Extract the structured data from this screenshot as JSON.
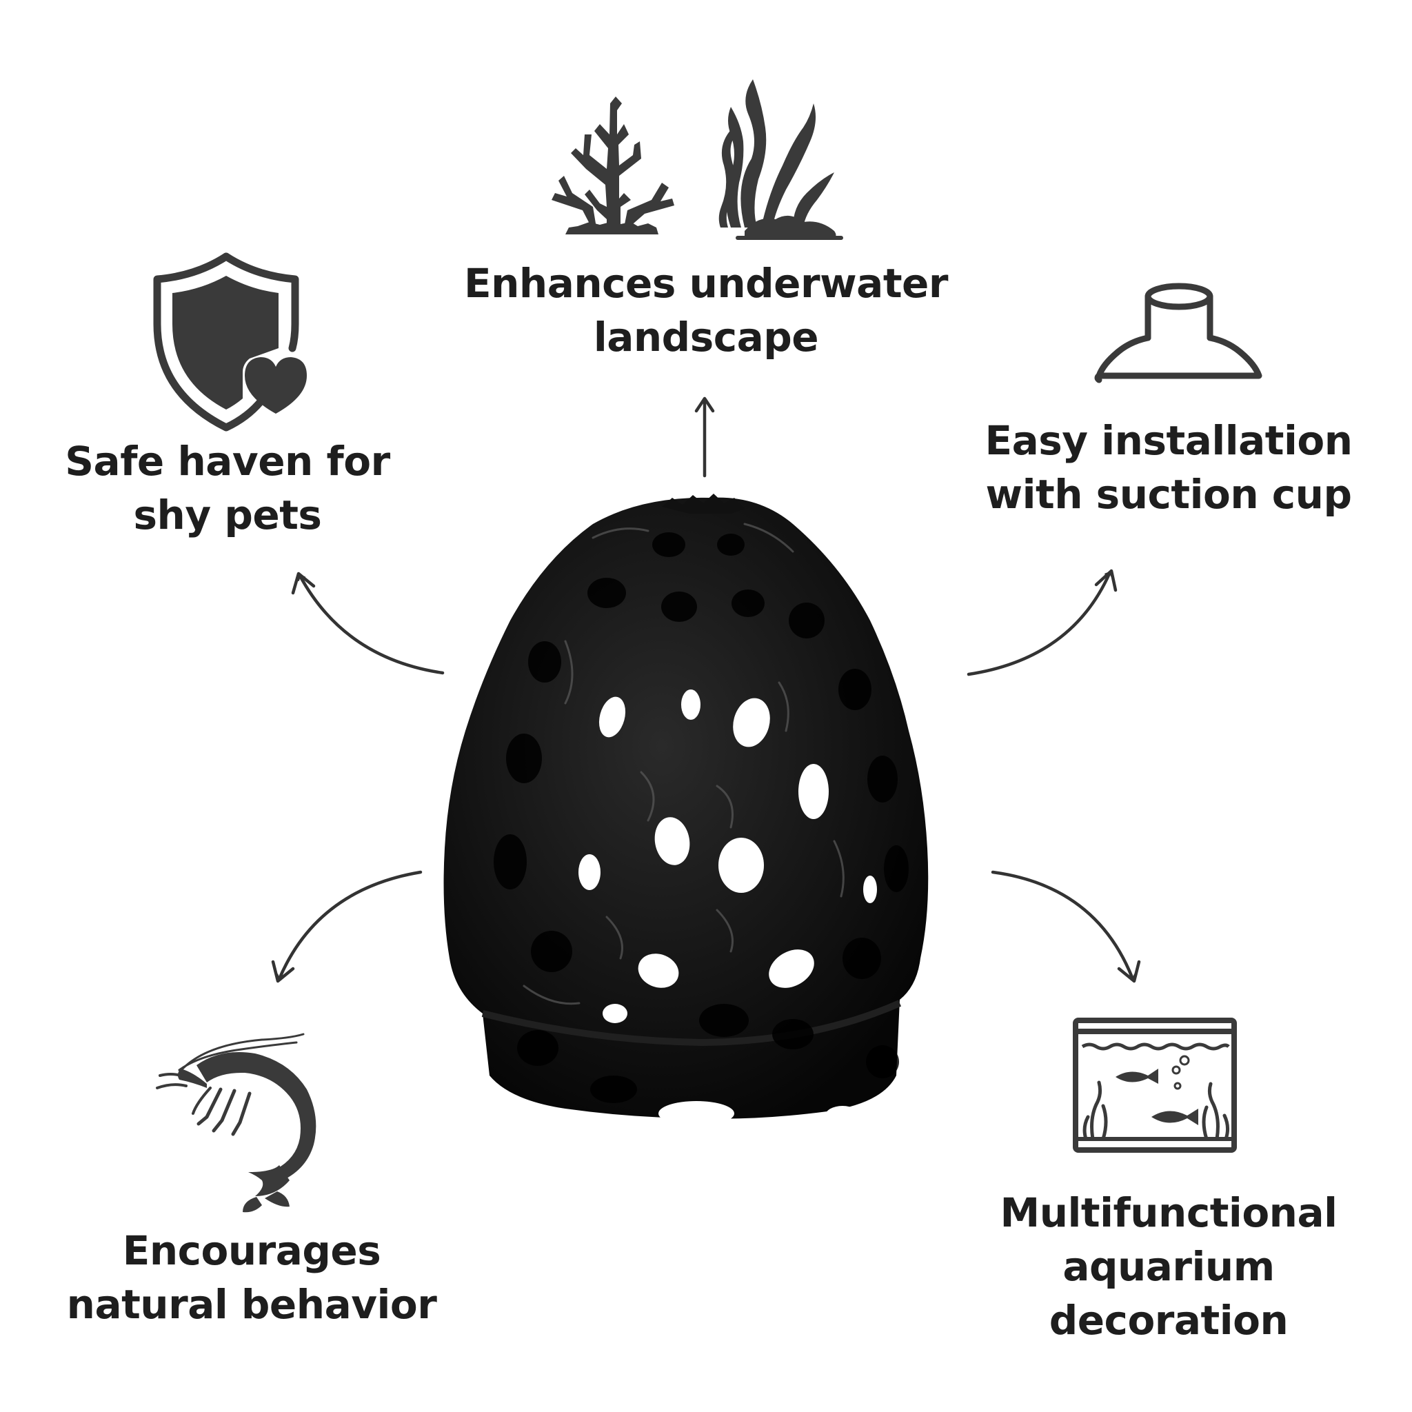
{
  "features": {
    "top": {
      "line1": "Enhances underwater",
      "line2": "landscape",
      "icon": "coral-seaweed-icon"
    },
    "top_left": {
      "line1": "Safe haven for",
      "line2": "shy pets",
      "icon": "shield-heart-icon"
    },
    "top_right": {
      "line1": "Easy installation",
      "line2": "with suction cup",
      "icon": "suction-cup-icon"
    },
    "bottom_left": {
      "line1": "Encourages",
      "line2": "natural behavior",
      "icon": "shrimp-icon"
    },
    "bottom_right": {
      "line1": "Multifunctional",
      "line2": "aquarium",
      "line3": "decoration",
      "icon": "aquarium-tank-icon"
    }
  },
  "product": {
    "icon": "porous-cone-aquarium-cave"
  },
  "colors": {
    "ink": "#1e1e1e",
    "icon": "#3a3a3a",
    "product": "#0c0c0c",
    "background": "#ffffff"
  }
}
